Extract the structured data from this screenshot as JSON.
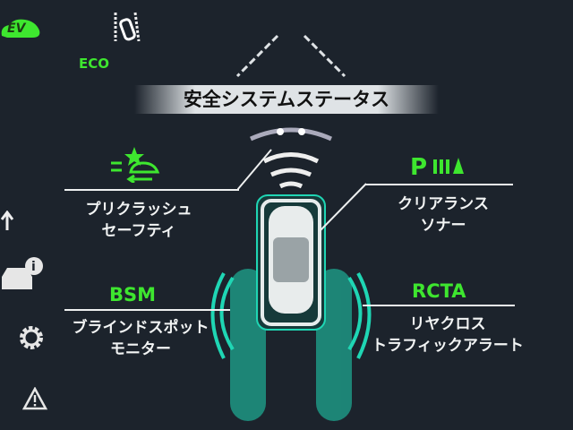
{
  "status_icons": {
    "ev_label": "EV",
    "eco_label": "ECO",
    "lane_icon": "lane-departure-icon"
  },
  "title": "安全システムステータス",
  "systems": {
    "pre_crash": {
      "line1": "プリクラッシュ",
      "line2": "セーフティ",
      "icon": "pre-crash-icon"
    },
    "clearance_sonar": {
      "code": "P",
      "line1": "クリアランス",
      "line2": "ソナー",
      "icon": "parking-sonar-icon"
    },
    "bsm": {
      "code": "BSM",
      "line1": "ブラインドスポット",
      "line2": "モニター"
    },
    "rcta": {
      "code": "RCTA",
      "line1": "リヤクロス",
      "line2": "トラフィックアラート"
    }
  },
  "side_icons": [
    "arrow-up-icon",
    "car-info-icon",
    "gear-icon",
    "warning-icon"
  ],
  "colors": {
    "background": "#1c232c",
    "active_green": "#3ee62f",
    "teal": "#1fd6b4"
  }
}
